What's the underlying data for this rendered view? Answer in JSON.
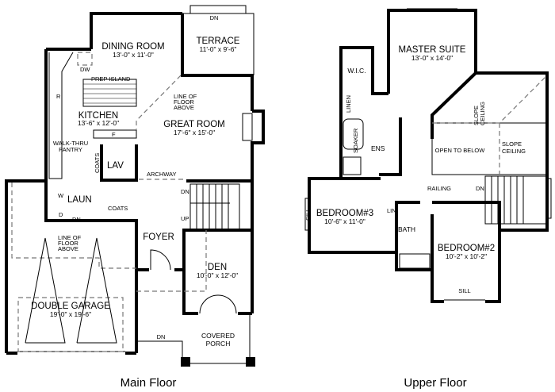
{
  "main_floor": {
    "caption": "Main Floor",
    "rooms": {
      "dining": {
        "name": "DINING ROOM",
        "dim": "13'-0\" x 11'-0\""
      },
      "terrace": {
        "name": "TERRACE",
        "dim": "11'-0\" x 9'-6\""
      },
      "kitchen": {
        "name": "KITCHEN",
        "dim": "13'-6\" x 12'-0\""
      },
      "great": {
        "name": "GREAT ROOM",
        "dim": "17'-6\" x 15'-0\""
      },
      "garage": {
        "name": "DOUBLE GARAGE",
        "dim": "19'-0\" x 19'-6\""
      },
      "den": {
        "name": "DEN",
        "dim": "10'-0\" x 12'-0\""
      },
      "foyer": {
        "name": "FOYER"
      },
      "porch": {
        "name1": "COVERED",
        "name2": "PORCH"
      },
      "lav": {
        "name": "LAV"
      },
      "laun": {
        "name": "LAUN"
      },
      "pantry": {
        "name1": "WALK-THRU",
        "name2": "PANTRY"
      }
    },
    "labels": {
      "dn": "DN",
      "up": "UP",
      "dw": "DW",
      "prep_island": "PREP ISLAND",
      "line_of": "LINE OF",
      "floor": "FLOOR",
      "above": "ABOVE",
      "archway": "ARCHWAY",
      "coats": "COATS",
      "w": "W",
      "d": "D",
      "f": "F",
      "r": "R"
    }
  },
  "upper_floor": {
    "caption": "Upper Floor",
    "rooms": {
      "master": {
        "name": "MASTER SUITE",
        "dim": "13'-0\" x 14'-0\""
      },
      "bed3": {
        "name": "BEDROOM#3",
        "dim": "10'-6\" x 11'-0\""
      },
      "bed2": {
        "name": "BEDROOM#2",
        "dim": "10'-2\" x 10'-2\""
      },
      "open": {
        "name": "OPEN TO BELOW"
      },
      "ens": {
        "name": "ENS"
      },
      "bath": {
        "name": "BATH"
      },
      "wic": {
        "name": "W.I.C."
      }
    },
    "labels": {
      "slope": "SLOPE",
      "ceiling": "CEILING",
      "railing": "RAILING",
      "dn": "DN",
      "linen": "LINEN",
      "lin": "LIN",
      "soaker": "SOAKER",
      "sill": "SILL"
    }
  }
}
